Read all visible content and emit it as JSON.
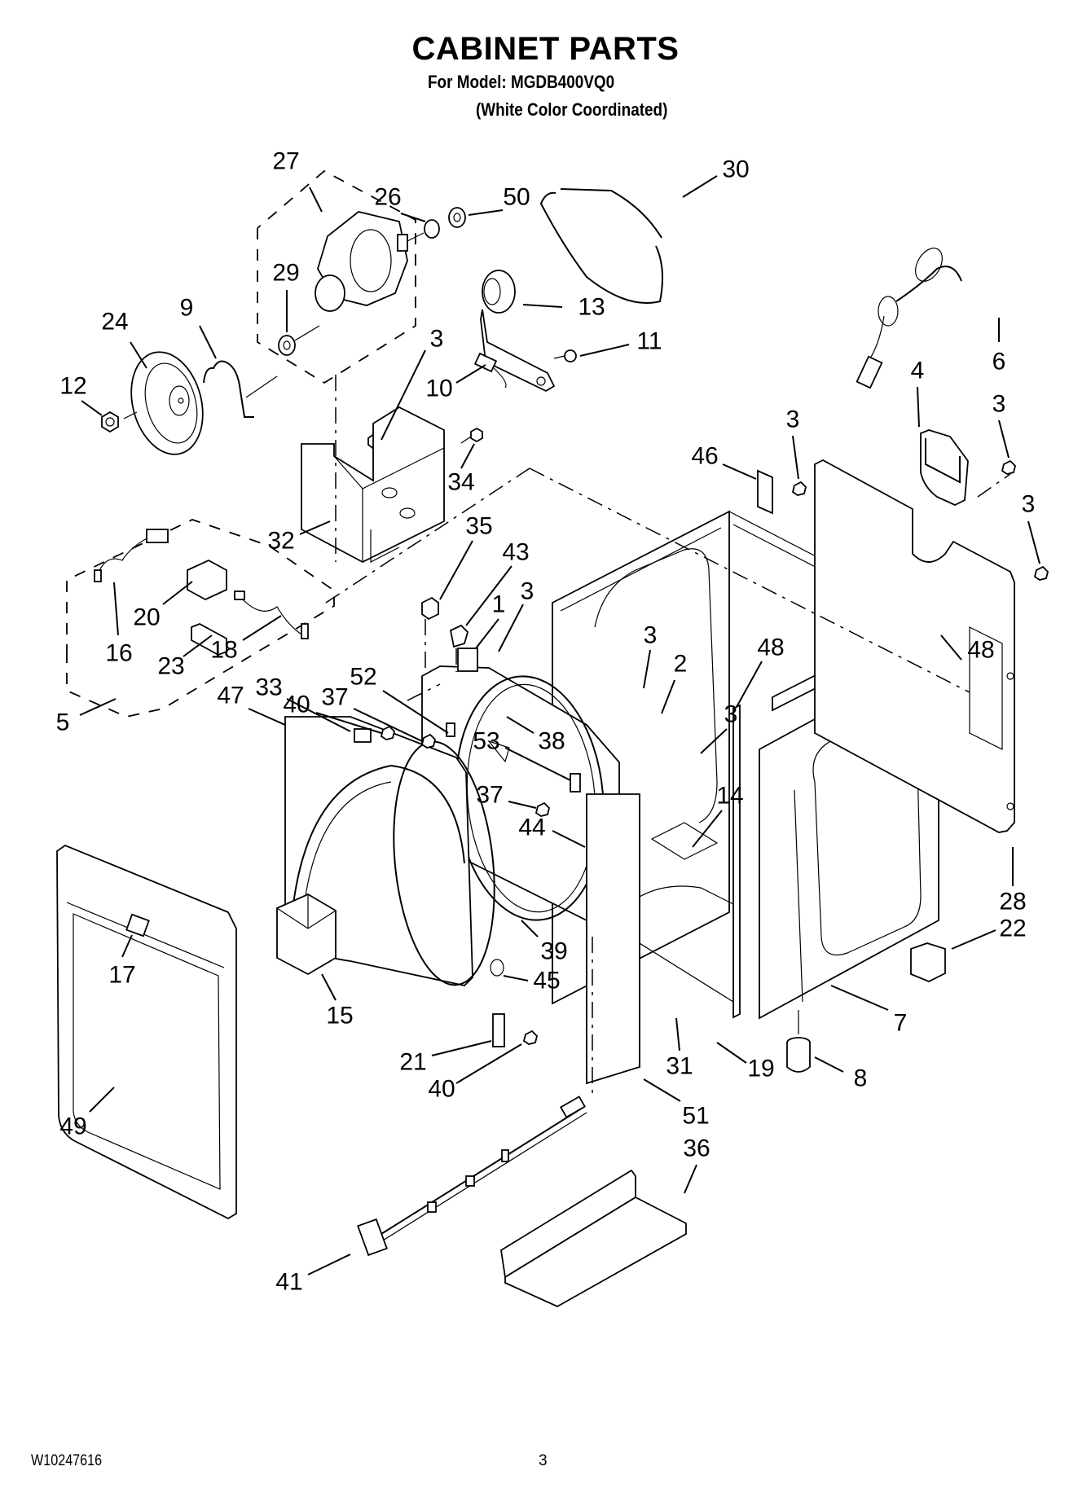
{
  "header": {
    "title": "CABINET PARTS",
    "model_line": "For Model: MGDB400VQ0",
    "variant_line": "(White Color Coordinated)"
  },
  "footer": {
    "document_number": "W10247616",
    "page_number": "3"
  },
  "callouts": [
    {
      "id": "27"
    },
    {
      "id": "26"
    },
    {
      "id": "50"
    },
    {
      "id": "30"
    },
    {
      "id": "29"
    },
    {
      "id": "13"
    },
    {
      "id": "24"
    },
    {
      "id": "9"
    },
    {
      "id": "3"
    },
    {
      "id": "11"
    },
    {
      "id": "6"
    },
    {
      "id": "12"
    },
    {
      "id": "10"
    },
    {
      "id": "4"
    },
    {
      "id": "3"
    },
    {
      "id": "3"
    },
    {
      "id": "46"
    },
    {
      "id": "34"
    },
    {
      "id": "3"
    },
    {
      "id": "35"
    },
    {
      "id": "32"
    },
    {
      "id": "43"
    },
    {
      "id": "20"
    },
    {
      "id": "1"
    },
    {
      "id": "3"
    },
    {
      "id": "16"
    },
    {
      "id": "23"
    },
    {
      "id": "18"
    },
    {
      "id": "3"
    },
    {
      "id": "2"
    },
    {
      "id": "48"
    },
    {
      "id": "48"
    },
    {
      "id": "52"
    },
    {
      "id": "33"
    },
    {
      "id": "37"
    },
    {
      "id": "47"
    },
    {
      "id": "5"
    },
    {
      "id": "40"
    },
    {
      "id": "3"
    },
    {
      "id": "53"
    },
    {
      "id": "38"
    },
    {
      "id": "14"
    },
    {
      "id": "37"
    },
    {
      "id": "44"
    },
    {
      "id": "28"
    },
    {
      "id": "22"
    },
    {
      "id": "39"
    },
    {
      "id": "17"
    },
    {
      "id": "45"
    },
    {
      "id": "15"
    },
    {
      "id": "7"
    },
    {
      "id": "21"
    },
    {
      "id": "31"
    },
    {
      "id": "19"
    },
    {
      "id": "8"
    },
    {
      "id": "40"
    },
    {
      "id": "49"
    },
    {
      "id": "51"
    },
    {
      "id": "36"
    },
    {
      "id": "41"
    }
  ]
}
